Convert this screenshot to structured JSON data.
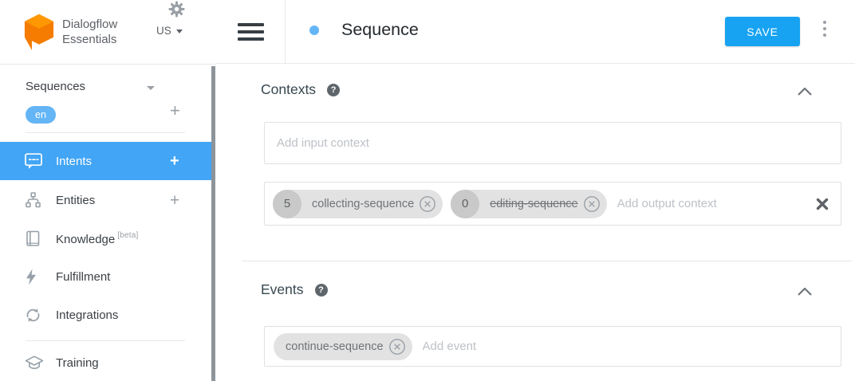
{
  "brand": {
    "product": "Dialogflow",
    "edition": "Essentials",
    "region": "US"
  },
  "sidebar": {
    "agent_name": "Sequences",
    "language": "en",
    "add_symbol": "+",
    "items": [
      {
        "label": "Intents",
        "icon": "chat-bubble-icon",
        "selected": true,
        "add": "+"
      },
      {
        "label": "Entities",
        "icon": "entities-hub-icon",
        "selected": false,
        "add": "+"
      },
      {
        "label": "Knowledge",
        "badge": "[beta]",
        "icon": "book-icon",
        "selected": false
      },
      {
        "label": "Fulfillment",
        "icon": "lightning-icon",
        "selected": false
      },
      {
        "label": "Integrations",
        "icon": "sync-icon",
        "selected": false
      },
      {
        "label": "Training",
        "icon": "graduation-cap-icon",
        "selected": false
      }
    ]
  },
  "header": {
    "title": "Sequence",
    "save_label": "SAVE"
  },
  "sections": {
    "contexts": {
      "title": "Contexts",
      "help_symbol": "?",
      "input_placeholder": "Add input context",
      "output_placeholder": "Add output context",
      "output_chips": [
        {
          "lifespan": "5",
          "name": "collecting-sequence",
          "strikethrough": false
        },
        {
          "lifespan": "0",
          "name": "editing-sequence",
          "strikethrough": true
        }
      ]
    },
    "events": {
      "title": "Events",
      "help_symbol": "?",
      "placeholder": "Add event",
      "chips": [
        {
          "name": "continue-sequence"
        }
      ]
    }
  },
  "colors": {
    "selected_blue": "#42a5f5",
    "save_blue": "#17a3f2",
    "light_blue": "#64b5f6",
    "logo_orange": "#f57c00",
    "logo_orange_light": "#ff9800",
    "icon_gray": "#97a0a8"
  }
}
